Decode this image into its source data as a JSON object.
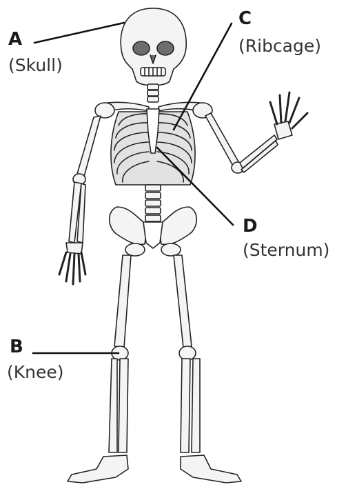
{
  "labels": [
    {
      "id": "A",
      "letter": "A",
      "name": "(Skull)"
    },
    {
      "id": "B",
      "letter": "B",
      "name": "(Knee)"
    },
    {
      "id": "C",
      "letter": "C",
      "name": "(Ribcage)"
    },
    {
      "id": "D",
      "letter": "D",
      "name": "(Sternum)"
    }
  ],
  "colors": {
    "bone_fill": "#f4f4f4",
    "bone_stroke": "#222222",
    "shade": "#9a9a9a",
    "leader": "#111111"
  }
}
